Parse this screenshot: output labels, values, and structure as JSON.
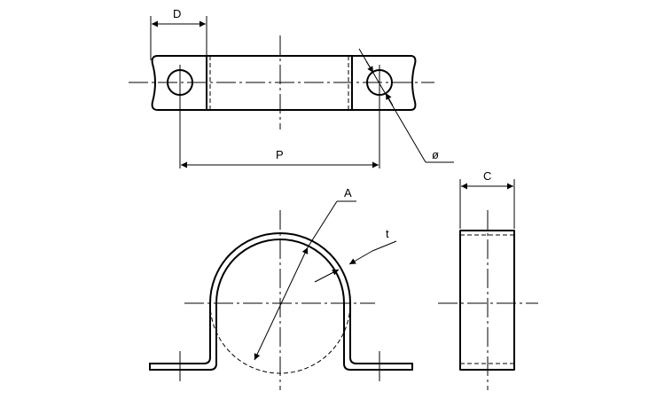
{
  "labels": {
    "d": "D",
    "p": "P",
    "hole_dia": "ø",
    "c": "C",
    "a": "A",
    "t": "t"
  }
}
